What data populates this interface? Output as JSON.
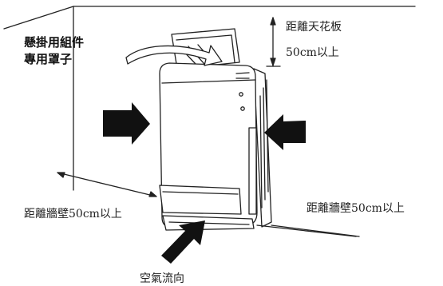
{
  "labels": {
    "bracket_line1": "懸掛用組件",
    "bracket_line2": "專用罩子",
    "ceiling_line1": "距離天花板",
    "ceiling_line2": "50cm以上",
    "wall_left": "距離牆壁50cm以上",
    "wall_right": "距離牆壁50cm以上",
    "airflow": "空氣流向"
  },
  "colors": {
    "line": "#222222",
    "arrow_fill": "#111111",
    "background": "#ffffff"
  }
}
